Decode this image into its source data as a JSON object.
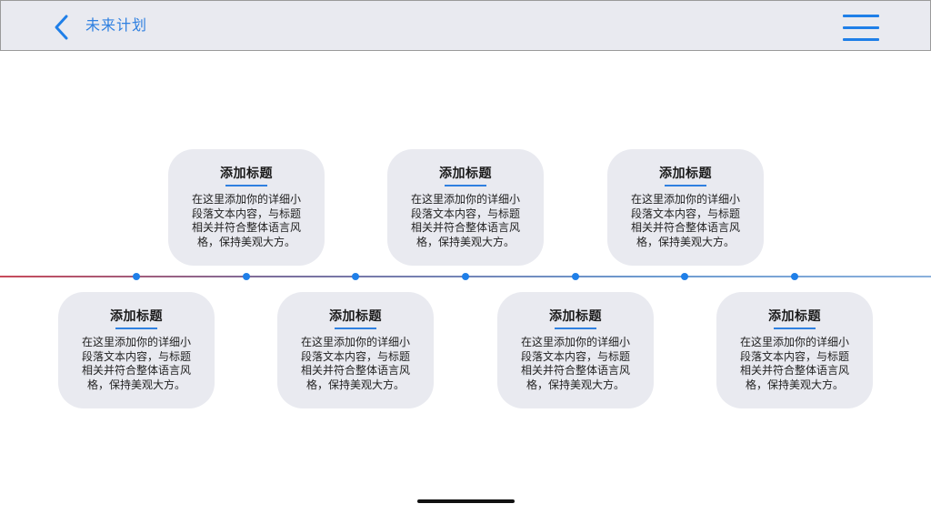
{
  "header": {
    "title": "未来计划",
    "back_icon": "chevron-left-icon",
    "menu_icon": "hamburger-menu-icon",
    "accent_color": "#1f7fe8"
  },
  "cards": [
    {
      "title": "添加标题",
      "body": "在这里添加你的详细小段落文本内容，与标题相关并符合整体语言风格，保持美观大方。"
    },
    {
      "title": "添加标题",
      "body": "在这里添加你的详细小段落文本内容，与标题相关并符合整体语言风格，保持美观大方。"
    },
    {
      "title": "添加标题",
      "body": "在这里添加你的详细小段落文本内容，与标题相关并符合整体语言风格，保持美观大方。"
    },
    {
      "title": "添加标题",
      "body": "在这里添加你的详细小段落文本内容，与标题相关并符合整体语言风格，保持美观大方。"
    },
    {
      "title": "添加标题",
      "body": "在这里添加你的详细小段落文本内容，与标题相关并符合整体语言风格，保持美观大方。"
    },
    {
      "title": "添加标题",
      "body": "在这里添加你的详细小段落文本内容，与标题相关并符合整体语言风格，保持美观大方。"
    },
    {
      "title": "添加标题",
      "body": "在这里添加你的详细小段落文本内容，与标题相关并符合整体语言风格，保持美观大方。"
    }
  ]
}
